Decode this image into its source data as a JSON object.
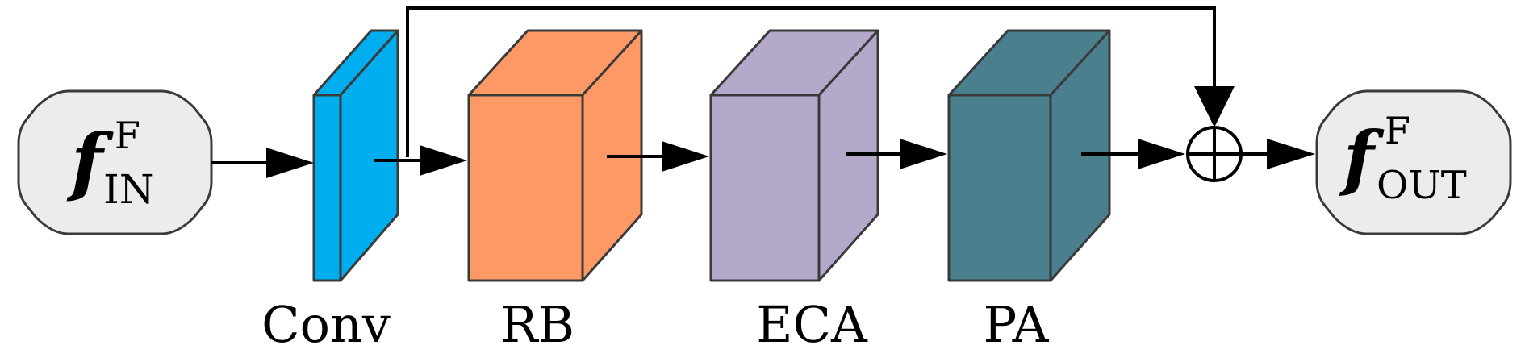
{
  "input_node": {
    "symbol": "f",
    "superscript": "F",
    "subscript": "IN"
  },
  "output_node": {
    "symbol": "f",
    "superscript": "F",
    "subscript": "OUT"
  },
  "blocks": [
    {
      "label": "Conv",
      "color": "#00adef"
    },
    {
      "label": "RB",
      "color": "#fe9966"
    },
    {
      "label": "ECA",
      "color": "#b4a9cb"
    },
    {
      "label": "PA",
      "color": "#4a7f8e"
    }
  ],
  "sum_symbol": "⊕",
  "colors": {
    "node_fill": "#ececec",
    "node_stroke": "#3a3a3a",
    "arrow": "#000000"
  }
}
